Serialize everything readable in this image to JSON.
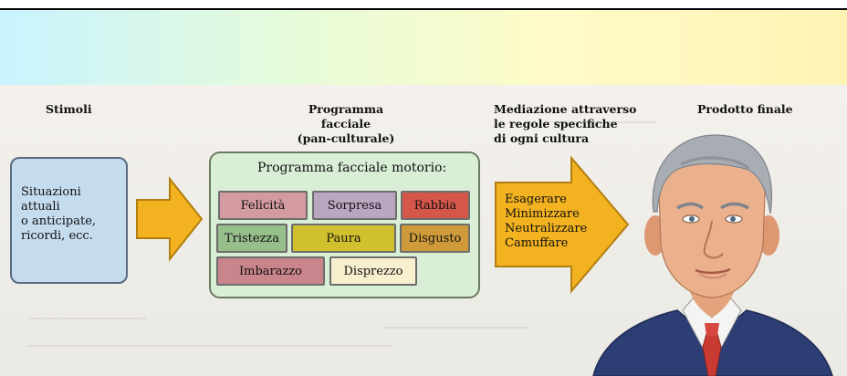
{
  "headers": {
    "stimoli": "Stimoli",
    "programma_line1": "Programma facciale",
    "programma_line2": "(pan-culturale)",
    "mediazione_line1": "Mediazione attraverso",
    "mediazione_line2": "le regole specifiche",
    "mediazione_line3": "di ogni cultura",
    "prodotto": "Prodotto finale"
  },
  "stimoli_box": {
    "text": "Situazioni\nattuali\no anticipate,\nricordi, ecc."
  },
  "programma_box": {
    "title": "Programma facciale motorio:",
    "emotions": [
      {
        "label": "Felicità",
        "color": "#d39aa0"
      },
      {
        "label": "Sorpresa",
        "color": "#bba6c2"
      },
      {
        "label": "Rabbia",
        "color": "#d4574a"
      },
      {
        "label": "Tristezza",
        "color": "#97bf8c"
      },
      {
        "label": "Paura",
        "color": "#d1c02e"
      },
      {
        "label": "Disgusto",
        "color": "#cf9b3a"
      },
      {
        "label": "Imbarazzo",
        "color": "#c9848c"
      },
      {
        "label": "Disprezzo",
        "color": "#f8efcf"
      }
    ]
  },
  "mediazione": {
    "items": "Esagerare\nMinimizzare\nNeutralizzare\nCamuffare"
  },
  "colors": {
    "arrow": "#f3b21f",
    "arrow_border": "#b17e10",
    "stimoli_fill": "#c5dcef",
    "programma_fill": "#d8efd5"
  }
}
